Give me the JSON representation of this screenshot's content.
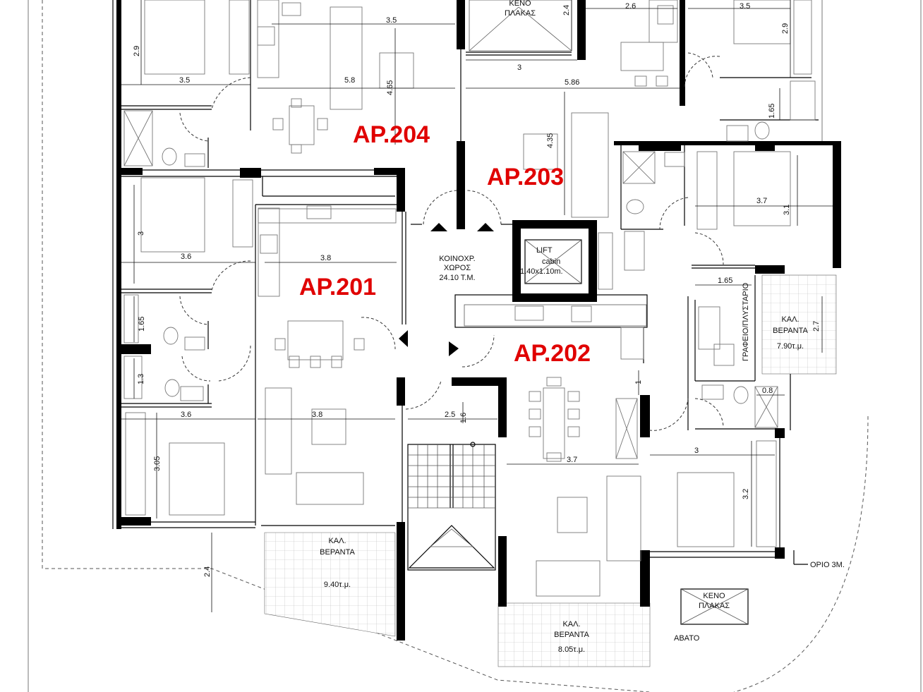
{
  "apartments": {
    "ap204": "AP.204",
    "ap203": "AP.203",
    "ap201": "AP.201",
    "ap202": "AP.202"
  },
  "common_area": {
    "line1": "ΚΟΙΝΟΧΡ.",
    "line2": "ΧΩΡΟΣ",
    "area": "24.10 Τ.Μ."
  },
  "lift": {
    "line1": "LIFT",
    "line2": "cabin",
    "size": "1.40x1.10m."
  },
  "verandas": {
    "ap201": {
      "line1": "ΚΑΛ.",
      "line2": "ΒΕΡΑΝΤΑ",
      "area": "9.40τ.μ."
    },
    "ap202": {
      "line1": "ΚΑΛ.",
      "line2": "ΒΕΡΑΝΤΑ",
      "area": "8.05τ.μ."
    },
    "ap203": {
      "line1": "ΚΑΛ.",
      "line2": "ΒΕΡΑΝΤΑ",
      "area": "7.90τ.μ."
    }
  },
  "voids": {
    "top": {
      "line1": "ΚΕΝΟ",
      "line2": "ΠΛΑΚΑΣ"
    },
    "bottom": {
      "line1": "ΚΕΝΟ",
      "line2": "ΠΛΑΚΑΣ"
    }
  },
  "other_labels": {
    "office": "ΓΡΑΦΕΙΟ/ΠΛΥΣΤΑΡΙΟ",
    "limit": "ΟΡΙΟ 3Μ.",
    "abato": "ΑΒΑΤΟ"
  },
  "dimensions": {
    "d_2_9_a": "2.9",
    "d_3_5_a": "3.5",
    "d_3_5_b": "3.5",
    "d_5_8": "5.8",
    "d_4_65": "4.65",
    "d_2_4_a": "2.4",
    "d_3_a": "3",
    "d_2_6": "2.6",
    "d_3_5_c": "3.5",
    "d_2_9_b": "2.9",
    "d_5_86": "5.86",
    "d_1_65_a": "1.65",
    "d_4_35": "4.35",
    "d_3_7_a": "3.7",
    "d_3_1": "3.1",
    "d_3_b": "3",
    "d_3_6_a": "3.6",
    "d_3_8_a": "3.8",
    "d_1_65_b": "1.65",
    "d_1_65_c": "1.65",
    "d_2_7": "2.7",
    "d_1_3": "1.3",
    "d_3_6_b": "3.6",
    "d_3_8_b": "3.8",
    "d_2_5": "2.5",
    "d_1_6": "1.6",
    "d_0_8": "0.8",
    "d_3_05": "3.05",
    "d_3_7_b": "3.7",
    "d_3_c": "3",
    "d_3_2": "3.2",
    "d_1": "1",
    "d_2_4_b": "2.4"
  }
}
